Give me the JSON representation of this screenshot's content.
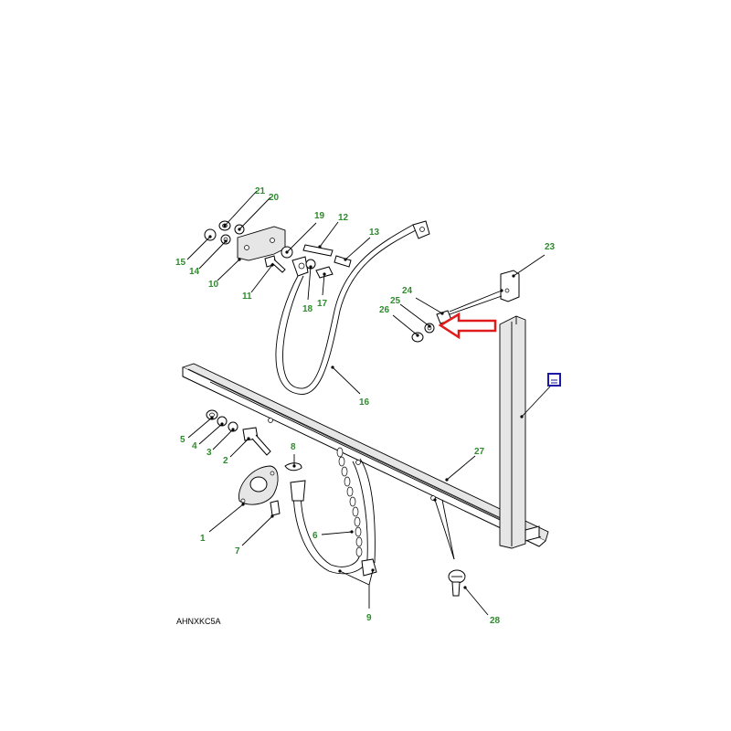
{
  "diagram": {
    "drawing_code": "AHNXKC5A",
    "reference_icon": "page-reference-box-icon",
    "reference_icon_color": "#1a1aa6",
    "highlight_arrow_color": "#e01b1b",
    "callout_color": "#2e8b2e",
    "callouts": [
      "1",
      "2",
      "3",
      "4",
      "5",
      "6",
      "7",
      "8",
      "9",
      "10",
      "11",
      "12",
      "13",
      "14",
      "15",
      "16",
      "17",
      "18",
      "19",
      "20",
      "21",
      "23",
      "24",
      "25",
      "26",
      "27",
      "28"
    ]
  }
}
